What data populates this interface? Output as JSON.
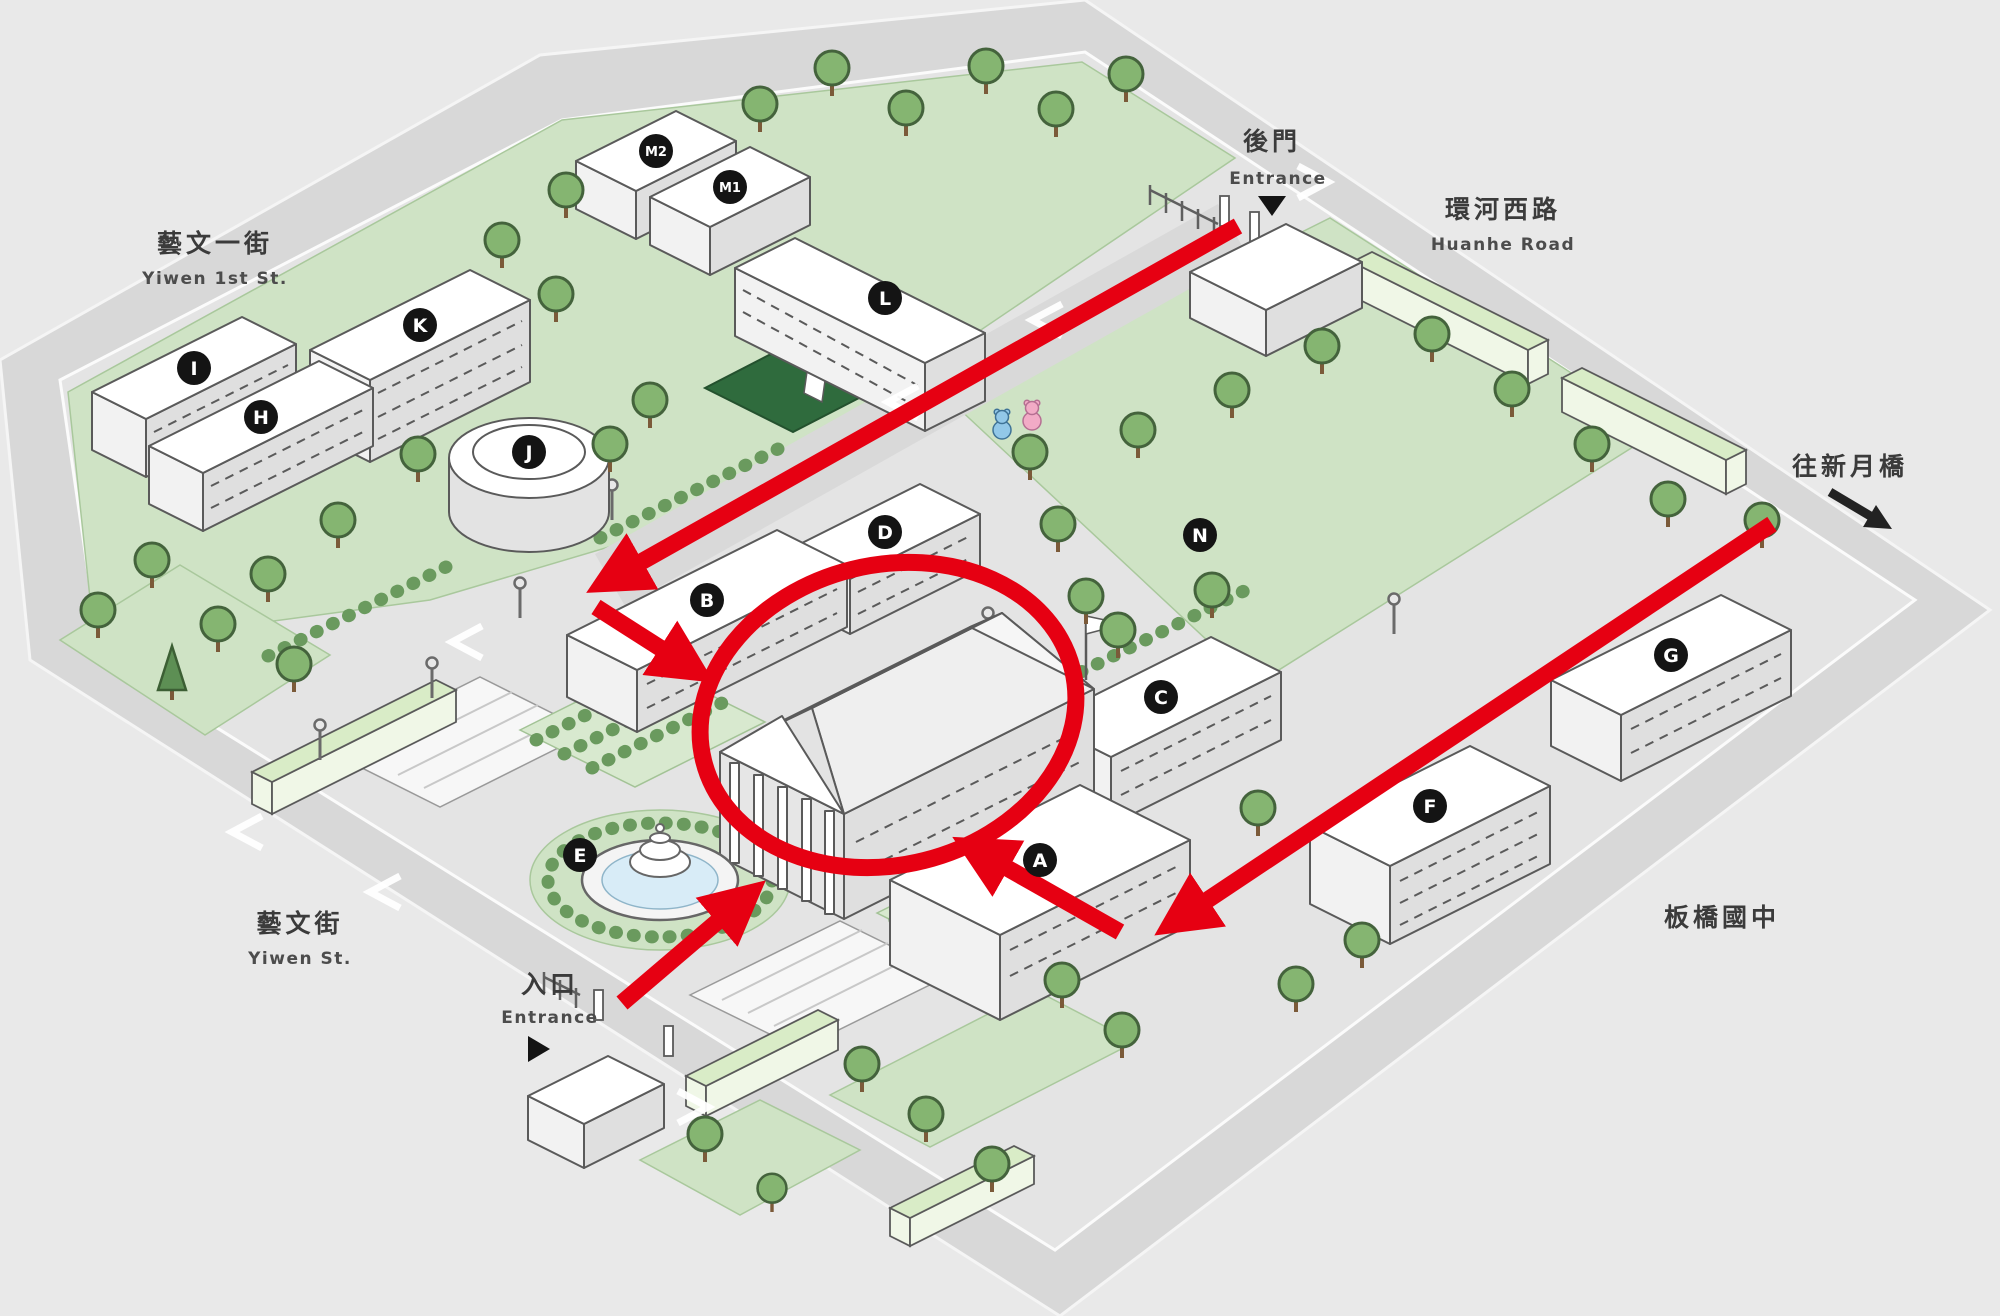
{
  "labels": {
    "yiwen1st_zh": "藝文一街",
    "yiwen1st_en": "Yiwen 1st St.",
    "huanhe_zh": "環河西路",
    "huanhe_en": "Huanhe Road",
    "bridge_zh": "往新月橋",
    "yiwen_zh": "藝文街",
    "yiwen_en": "Yiwen St.",
    "school_zh": "板橋國中",
    "back_gate_zh": "後門",
    "back_gate_en": "Entrance",
    "main_gate_zh": "入口",
    "main_gate_en": "Entrance"
  },
  "legend_markers": {
    "A": "A",
    "B": "B",
    "C": "C",
    "D": "D",
    "E": "E",
    "F": "F",
    "G": "G",
    "H": "H",
    "I": "I",
    "J": "J",
    "K": "K",
    "L": "L",
    "M1": "M1",
    "M2": "M2",
    "N": "N"
  },
  "colors": {
    "route": "#e60012",
    "lawn": "#cfe3c5",
    "road": "#d8d8d8",
    "campus": "#e4e4e4",
    "building": "#ffffff",
    "marker_bg": "#141414"
  }
}
